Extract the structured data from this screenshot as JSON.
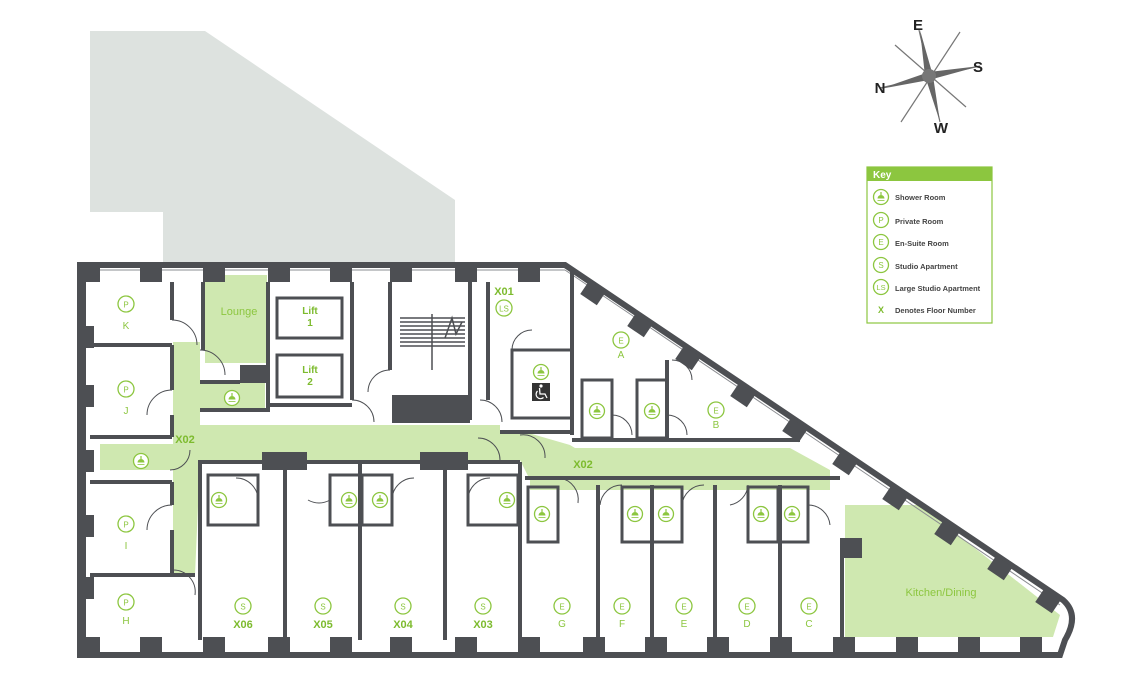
{
  "colors": {
    "wall": "#4d4f53",
    "corridor": "#cfe8b0",
    "accent": "#8cc63f",
    "site": "#dde2df"
  },
  "compass": {
    "north": "N",
    "east": "E",
    "south": "S",
    "west": "W"
  },
  "key": {
    "title": "Key",
    "items": [
      {
        "symbol": "shower-icon",
        "label": "Shower Room"
      },
      {
        "symbol": "P",
        "label": "Private Room"
      },
      {
        "symbol": "E",
        "label": "En-Suite Room"
      },
      {
        "symbol": "S",
        "label": "Studio Apartment"
      },
      {
        "symbol": "LS",
        "label": "Large Studio Apartment"
      },
      {
        "symbol": "X",
        "label": "Denotes Floor Number"
      }
    ]
  },
  "rooms": {
    "lounge": "Lounge",
    "lift1": {
      "line1": "Lift",
      "line2": "1"
    },
    "lift2": {
      "line1": "Lift",
      "line2": "2"
    },
    "kitchen": "Kitchen/Dining",
    "x01": {
      "number": "X01",
      "type": "LS"
    },
    "x02_left": "X02",
    "x02_corridor": "X02",
    "private": [
      {
        "type": "P",
        "letter": "K"
      },
      {
        "type": "P",
        "letter": "J"
      },
      {
        "type": "P",
        "letter": "I"
      },
      {
        "type": "P",
        "letter": "H"
      }
    ],
    "studios": [
      {
        "type": "S",
        "number": "X06"
      },
      {
        "type": "S",
        "number": "X05"
      },
      {
        "type": "S",
        "number": "X04"
      },
      {
        "type": "S",
        "number": "X03"
      }
    ],
    "ensuite_bottom": [
      {
        "type": "E",
        "letter": "G"
      },
      {
        "type": "E",
        "letter": "F"
      },
      {
        "type": "E",
        "letter": "E"
      },
      {
        "type": "E",
        "letter": "D"
      },
      {
        "type": "E",
        "letter": "C"
      }
    ],
    "ensuite_top": [
      {
        "type": "E",
        "letter": "A"
      },
      {
        "type": "E",
        "letter": "B"
      }
    ]
  }
}
